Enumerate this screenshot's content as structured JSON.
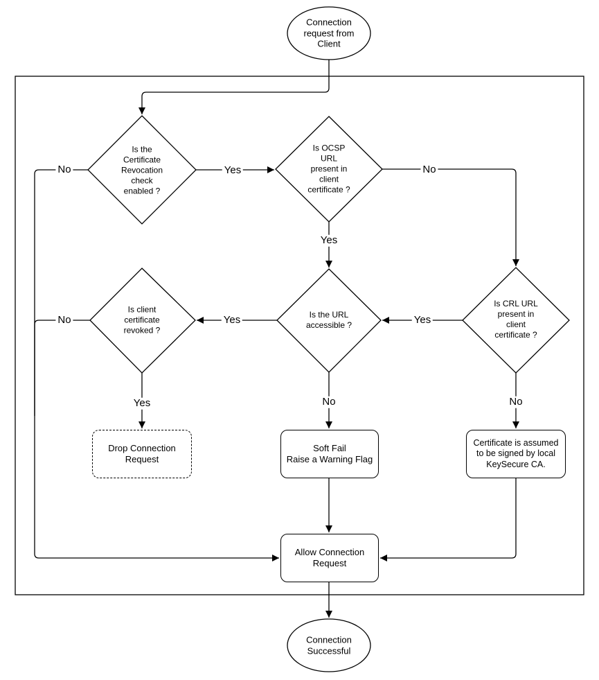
{
  "diagram": {
    "colors": {
      "stroke": "#000000",
      "text": "#000000",
      "background": "#ffffff"
    },
    "nodes": {
      "start": {
        "text": [
          "Connection",
          "request from",
          "Client"
        ]
      },
      "revocation": {
        "text": [
          "Is the",
          "Certificate",
          "Revocation",
          "check",
          "enabled ?"
        ]
      },
      "ocsp": {
        "text": [
          "Is OCSP",
          "URL",
          "present in",
          "client",
          "certificate ?"
        ]
      },
      "crl": {
        "text": [
          "Is CRL URL",
          "present in",
          "client",
          "certificate ?"
        ]
      },
      "url": {
        "text": [
          "Is the URL",
          "accessible ?"
        ]
      },
      "revoked": {
        "text": [
          "Is client",
          "certificate",
          "revoked ?"
        ]
      },
      "drop": {
        "text": [
          "Drop Connection",
          "Request"
        ]
      },
      "soft_fail": {
        "text": [
          "Soft Fail",
          "Raise a Warning Flag"
        ]
      },
      "assume_ca": {
        "text": [
          "Certificate is assumed",
          "to be signed by local",
          "KeySecure CA."
        ]
      },
      "allow": {
        "text": [
          "Allow Connection",
          "Request"
        ]
      },
      "end": {
        "text": [
          "Connection",
          "Successful"
        ]
      }
    },
    "edge_labels": {
      "revocation_yes": "Yes",
      "revocation_no": "No",
      "ocsp_yes": "Yes",
      "ocsp_no": "No",
      "crl_yes": "Yes",
      "crl_no": "No",
      "url_yes": "Yes",
      "url_no": "No",
      "revoked_yes": "Yes",
      "revoked_no": "No"
    }
  }
}
